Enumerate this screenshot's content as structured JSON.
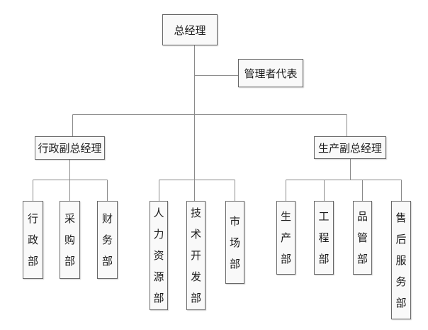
{
  "diagram": {
    "type": "org-chart",
    "colors": {
      "background": "#ffffff",
      "node_fill": "#f9f9f9",
      "node_border": "#686868",
      "connector_line": "#8a8a8a",
      "text": "#1a1a1a"
    },
    "nodes": {
      "general_manager": {
        "label": "总经理"
      },
      "management_representative": {
        "label": "管理者代表"
      },
      "admin_vice_gm": {
        "label": "行政副总经理"
      },
      "production_vice_gm": {
        "label": "生产副总经理"
      },
      "admin_dept": {
        "label": "行政部"
      },
      "purchasing_dept": {
        "label": "采购部"
      },
      "finance_dept": {
        "label": "财务部"
      },
      "hr_dept": {
        "label": "人力资源部"
      },
      "tech_dev_dept": {
        "label": "技术开发部"
      },
      "marketing_dept": {
        "label": "市场部"
      },
      "production_dept": {
        "label": "生产部"
      },
      "engineering_dept": {
        "label": "工程部"
      },
      "quality_control_dept": {
        "label": "品管部"
      },
      "after_sales_dept": {
        "label": "售后服务部"
      }
    },
    "edges": [
      [
        "general_manager",
        "management_representative"
      ],
      [
        "general_manager",
        "admin_vice_gm"
      ],
      [
        "general_manager",
        "production_vice_gm"
      ],
      [
        "general_manager",
        "hr_dept"
      ],
      [
        "general_manager",
        "tech_dev_dept"
      ],
      [
        "general_manager",
        "marketing_dept"
      ],
      [
        "admin_vice_gm",
        "admin_dept"
      ],
      [
        "admin_vice_gm",
        "purchasing_dept"
      ],
      [
        "admin_vice_gm",
        "finance_dept"
      ],
      [
        "production_vice_gm",
        "production_dept"
      ],
      [
        "production_vice_gm",
        "engineering_dept"
      ],
      [
        "production_vice_gm",
        "quality_control_dept"
      ],
      [
        "production_vice_gm",
        "after_sales_dept"
      ]
    ]
  }
}
